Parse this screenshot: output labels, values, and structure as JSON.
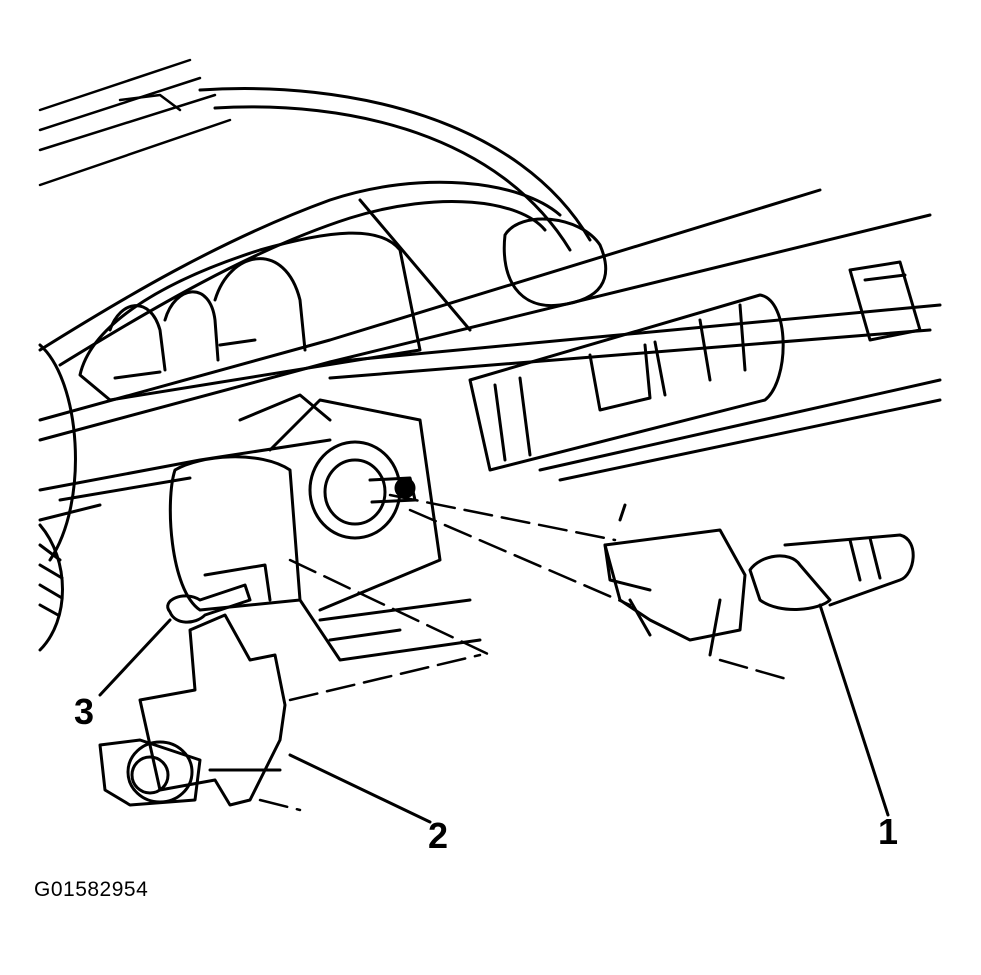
{
  "callouts": [
    {
      "id": "1",
      "label": "1"
    },
    {
      "id": "2",
      "label": "2"
    },
    {
      "id": "3",
      "label": "3"
    }
  ],
  "figure_id": "G01582954",
  "colors": {
    "ink": "#000000",
    "paper": "#ffffff"
  }
}
